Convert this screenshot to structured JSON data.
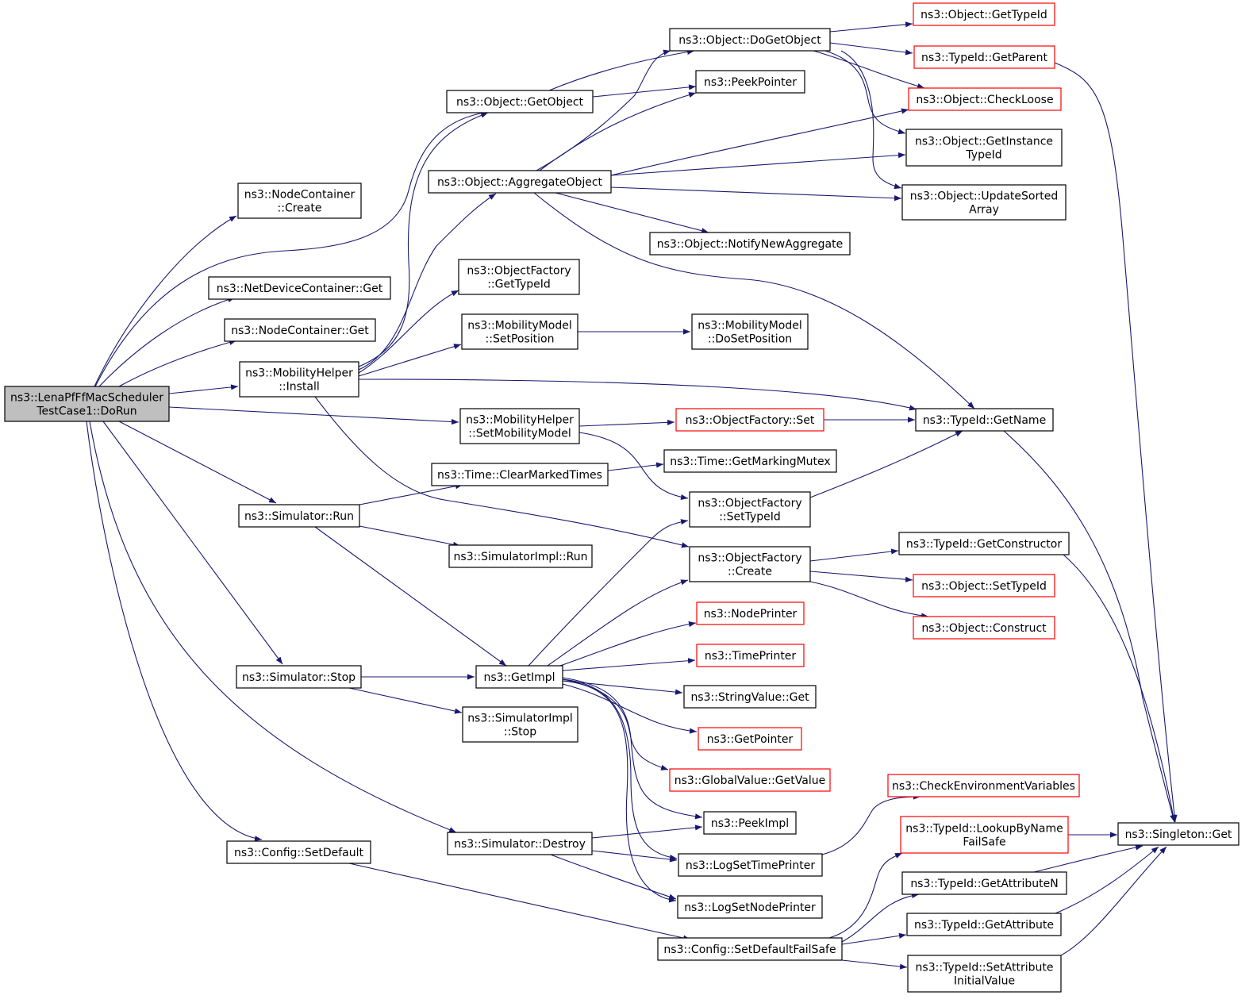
{
  "graph": {
    "nodes": [
      {
        "id": "n0",
        "lines": [
          "ns3::LenaPfFfMacScheduler",
          "TestCase1::DoRun"
        ],
        "style": "root"
      },
      {
        "id": "n1",
        "lines": [
          "ns3::NodeContainer",
          "::Create"
        ],
        "style": "normal"
      },
      {
        "id": "n2",
        "lines": [
          "ns3::NetDeviceContainer::Get"
        ],
        "style": "normal"
      },
      {
        "id": "n3",
        "lines": [
          "ns3::NodeContainer::Get"
        ],
        "style": "normal"
      },
      {
        "id": "n4",
        "lines": [
          "ns3::MobilityHelper",
          "::Install"
        ],
        "style": "normal"
      },
      {
        "id": "n5",
        "lines": [
          "ns3::Simulator::Run"
        ],
        "style": "normal"
      },
      {
        "id": "n6",
        "lines": [
          "ns3::Simulator::Stop"
        ],
        "style": "normal"
      },
      {
        "id": "n7",
        "lines": [
          "ns3::Config::SetDefault"
        ],
        "style": "normal"
      },
      {
        "id": "n8",
        "lines": [
          "ns3::Object::GetObject"
        ],
        "style": "normal"
      },
      {
        "id": "n9",
        "lines": [
          "ns3::Object::AggregateObject"
        ],
        "style": "normal"
      },
      {
        "id": "n10",
        "lines": [
          "ns3::ObjectFactory",
          "::GetTypeId"
        ],
        "style": "normal"
      },
      {
        "id": "n11",
        "lines": [
          "ns3::MobilityModel",
          "::SetPosition"
        ],
        "style": "normal"
      },
      {
        "id": "n12",
        "lines": [
          "ns3::MobilityHelper",
          "::SetMobilityModel"
        ],
        "style": "normal"
      },
      {
        "id": "n13",
        "lines": [
          "ns3::Time::ClearMarkedTimes"
        ],
        "style": "normal"
      },
      {
        "id": "n14",
        "lines": [
          "ns3::SimulatorImpl::Run"
        ],
        "style": "normal"
      },
      {
        "id": "n15",
        "lines": [
          "ns3::GetImpl"
        ],
        "style": "normal"
      },
      {
        "id": "n16",
        "lines": [
          "ns3::SimulatorImpl",
          "::Stop"
        ],
        "style": "normal"
      },
      {
        "id": "n17",
        "lines": [
          "ns3::Simulator::Destroy"
        ],
        "style": "normal"
      },
      {
        "id": "n18",
        "lines": [
          "ns3::Object::DoGetObject"
        ],
        "style": "normal"
      },
      {
        "id": "n19",
        "lines": [
          "ns3::PeekPointer"
        ],
        "style": "normal"
      },
      {
        "id": "n20",
        "lines": [
          "ns3::Object::NotifyNewAggregate"
        ],
        "style": "normal"
      },
      {
        "id": "n21",
        "lines": [
          "ns3::MobilityModel",
          "::DoSetPosition"
        ],
        "style": "normal"
      },
      {
        "id": "n22",
        "lines": [
          "ns3::ObjectFactory::Set"
        ],
        "style": "red"
      },
      {
        "id": "n23",
        "lines": [
          "ns3::Time::GetMarkingMutex"
        ],
        "style": "normal"
      },
      {
        "id": "n24",
        "lines": [
          "ns3::ObjectFactory",
          "::SetTypeId"
        ],
        "style": "normal"
      },
      {
        "id": "n25",
        "lines": [
          "ns3::ObjectFactory",
          "::Create"
        ],
        "style": "normal"
      },
      {
        "id": "n26",
        "lines": [
          "ns3::NodePrinter"
        ],
        "style": "red"
      },
      {
        "id": "n27",
        "lines": [
          "ns3::TimePrinter"
        ],
        "style": "red"
      },
      {
        "id": "n28",
        "lines": [
          "ns3::StringValue::Get"
        ],
        "style": "normal"
      },
      {
        "id": "n29",
        "lines": [
          "ns3::GetPointer"
        ],
        "style": "red"
      },
      {
        "id": "n30",
        "lines": [
          "ns3::GlobalValue::GetValue"
        ],
        "style": "red"
      },
      {
        "id": "n31",
        "lines": [
          "ns3::PeekImpl"
        ],
        "style": "normal"
      },
      {
        "id": "n32",
        "lines": [
          "ns3::LogSetTimePrinter"
        ],
        "style": "normal"
      },
      {
        "id": "n33",
        "lines": [
          "ns3::LogSetNodePrinter"
        ],
        "style": "normal"
      },
      {
        "id": "n34",
        "lines": [
          "ns3::Config::SetDefaultFailSafe"
        ],
        "style": "normal"
      },
      {
        "id": "n35",
        "lines": [
          "ns3::Object::GetTypeId"
        ],
        "style": "red"
      },
      {
        "id": "n36",
        "lines": [
          "ns3::TypeId::GetParent"
        ],
        "style": "red"
      },
      {
        "id": "n37",
        "lines": [
          "ns3::Object::CheckLoose"
        ],
        "style": "red"
      },
      {
        "id": "n38",
        "lines": [
          "ns3::Object::GetInstance",
          "TypeId"
        ],
        "style": "normal"
      },
      {
        "id": "n39",
        "lines": [
          "ns3::Object::UpdateSorted",
          "Array"
        ],
        "style": "normal"
      },
      {
        "id": "n40",
        "lines": [
          "ns3::TypeId::GetName"
        ],
        "style": "normal"
      },
      {
        "id": "n41",
        "lines": [
          "ns3::TypeId::GetConstructor"
        ],
        "style": "normal"
      },
      {
        "id": "n42",
        "lines": [
          "ns3::Object::SetTypeId"
        ],
        "style": "red"
      },
      {
        "id": "n43",
        "lines": [
          "ns3::Object::Construct"
        ],
        "style": "red"
      },
      {
        "id": "n44",
        "lines": [
          "ns3::CheckEnvironmentVariables"
        ],
        "style": "red"
      },
      {
        "id": "n45",
        "lines": [
          "ns3::TypeId::LookupByName",
          "FailSafe"
        ],
        "style": "red"
      },
      {
        "id": "n46",
        "lines": [
          "ns3::TypeId::GetAttributeN"
        ],
        "style": "normal"
      },
      {
        "id": "n47",
        "lines": [
          "ns3::TypeId::GetAttribute"
        ],
        "style": "normal"
      },
      {
        "id": "n48",
        "lines": [
          "ns3::TypeId::SetAttribute",
          "InitialValue"
        ],
        "style": "normal"
      },
      {
        "id": "n49",
        "lines": [
          "ns3::Singleton::Get"
        ],
        "style": "normal"
      }
    ],
    "edges": [
      [
        "n0",
        "n1"
      ],
      [
        "n0",
        "n2"
      ],
      [
        "n0",
        "n3"
      ],
      [
        "n0",
        "n4"
      ],
      [
        "n0",
        "n5"
      ],
      [
        "n0",
        "n6"
      ],
      [
        "n0",
        "n7"
      ],
      [
        "n0",
        "n8"
      ],
      [
        "n0",
        "n12"
      ],
      [
        "n0",
        "n17"
      ],
      [
        "n4",
        "n8"
      ],
      [
        "n4",
        "n9"
      ],
      [
        "n4",
        "n10"
      ],
      [
        "n4",
        "n11"
      ],
      [
        "n4",
        "n40"
      ],
      [
        "n4",
        "n25"
      ],
      [
        "n5",
        "n13"
      ],
      [
        "n5",
        "n14"
      ],
      [
        "n5",
        "n15"
      ],
      [
        "n6",
        "n15"
      ],
      [
        "n6",
        "n16"
      ],
      [
        "n7",
        "n34"
      ],
      [
        "n8",
        "n18"
      ],
      [
        "n8",
        "n19"
      ],
      [
        "n9",
        "n18"
      ],
      [
        "n9",
        "n19"
      ],
      [
        "n9",
        "n37"
      ],
      [
        "n9",
        "n38"
      ],
      [
        "n9",
        "n39"
      ],
      [
        "n9",
        "n20"
      ],
      [
        "n9",
        "n40"
      ],
      [
        "n11",
        "n21"
      ],
      [
        "n12",
        "n22"
      ],
      [
        "n12",
        "n24"
      ],
      [
        "n13",
        "n23"
      ],
      [
        "n15",
        "n24"
      ],
      [
        "n15",
        "n25"
      ],
      [
        "n15",
        "n26"
      ],
      [
        "n15",
        "n27"
      ],
      [
        "n15",
        "n28"
      ],
      [
        "n15",
        "n29"
      ],
      [
        "n15",
        "n30"
      ],
      [
        "n15",
        "n31"
      ],
      [
        "n15",
        "n32"
      ],
      [
        "n15",
        "n33"
      ],
      [
        "n17",
        "n31"
      ],
      [
        "n17",
        "n32"
      ],
      [
        "n17",
        "n33"
      ],
      [
        "n18",
        "n35"
      ],
      [
        "n18",
        "n36"
      ],
      [
        "n18",
        "n37"
      ],
      [
        "n18",
        "n38"
      ],
      [
        "n18",
        "n39"
      ],
      [
        "n22",
        "n40"
      ],
      [
        "n24",
        "n40"
      ],
      [
        "n25",
        "n41"
      ],
      [
        "n25",
        "n42"
      ],
      [
        "n25",
        "n43"
      ],
      [
        "n32",
        "n44"
      ],
      [
        "n34",
        "n45"
      ],
      [
        "n34",
        "n46"
      ],
      [
        "n34",
        "n47"
      ],
      [
        "n34",
        "n48"
      ],
      [
        "n36",
        "n49"
      ],
      [
        "n40",
        "n49"
      ],
      [
        "n41",
        "n49"
      ],
      [
        "n45",
        "n49"
      ],
      [
        "n46",
        "n49"
      ],
      [
        "n47",
        "n49"
      ],
      [
        "n48",
        "n49"
      ]
    ]
  },
  "colors": {
    "edge": "#191970",
    "node_border": "#000000",
    "node_border_external": "#ff0000",
    "root_fill": "#bfbfbf",
    "node_fill": "#ffffff"
  }
}
